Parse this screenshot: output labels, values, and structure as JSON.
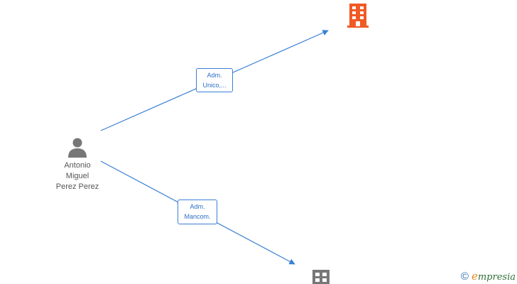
{
  "person": {
    "name_lines": [
      "Antonio",
      "Miguel",
      "Perez Perez"
    ],
    "icon": "person-icon",
    "color": "#777777"
  },
  "edges": [
    {
      "label_lines": [
        "Adm.",
        "Unico,..."
      ]
    },
    {
      "label_lines": [
        "Adm.",
        "Mancom."
      ]
    }
  ],
  "companies": [
    {
      "icon": "building-icon",
      "color": "#f05a24",
      "highlighted": true
    },
    {
      "icon": "building-icon",
      "color": "#777777",
      "highlighted": false
    }
  ],
  "colors": {
    "edge": "#3a7fd5"
  },
  "brand": {
    "copyright": "©",
    "first_letter": "e",
    "rest": "mpresia"
  }
}
